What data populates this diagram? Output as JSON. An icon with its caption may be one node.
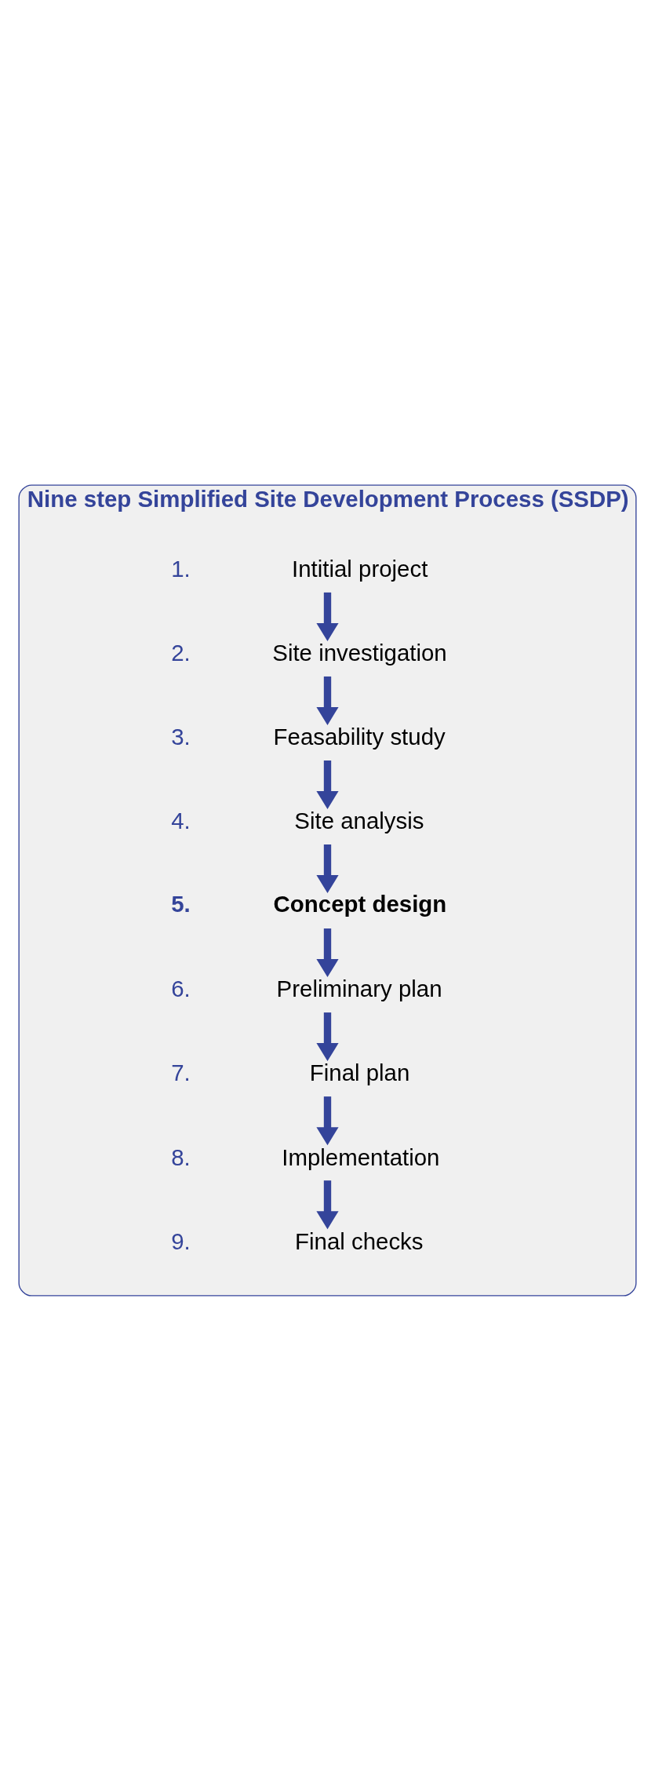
{
  "diagram": {
    "nodes": [
      {
        "text": [
          "Nine step Simplified Site Development Process (SSDP)"
        ]
      },
      {
        "text": [
          "Intitial project"
        ],
        "beside": [
          "1."
        ],
        "in": 0
      },
      {
        "text": [
          "Site investigation"
        ],
        "beside": [
          "2."
        ],
        "in": 0
      },
      {
        "text": [
          "Feasability study"
        ],
        "beside": [
          "3."
        ],
        "in": 0
      },
      {
        "text": [
          "Site analysis"
        ],
        "beside": [
          "4."
        ],
        "in": 0
      },
      {
        "text": [
          "Concept design"
        ],
        "beside": [
          "5."
        ],
        "in": 0
      },
      {
        "text": [
          "Preliminary plan"
        ],
        "beside": [
          "6."
        ],
        "in": 0
      },
      {
        "text": [
          "Final plan"
        ],
        "beside": [
          "7."
        ],
        "in": 0
      },
      {
        "text": [
          "Implementation"
        ],
        "beside": [
          "8."
        ],
        "in": 0
      },
      {
        "text": [
          "Final checks"
        ],
        "beside": [
          "9."
        ],
        "in": 0
      }
    ],
    "edges": [
      {
        "from": 1,
        "to": 2,
        "arrow": "to"
      },
      {
        "from": 2,
        "to": 3,
        "arrow": "to"
      },
      {
        "from": 3,
        "to": 4,
        "arrow": "to"
      },
      {
        "from": 4,
        "to": 5,
        "arrow": "to"
      },
      {
        "from": 5,
        "to": 6,
        "arrow": "to"
      },
      {
        "from": 6,
        "to": 7,
        "arrow": "to"
      },
      {
        "from": 7,
        "to": 8,
        "arrow": "to"
      },
      {
        "from": 8,
        "to": 9,
        "arrow": "to"
      }
    ]
  }
}
